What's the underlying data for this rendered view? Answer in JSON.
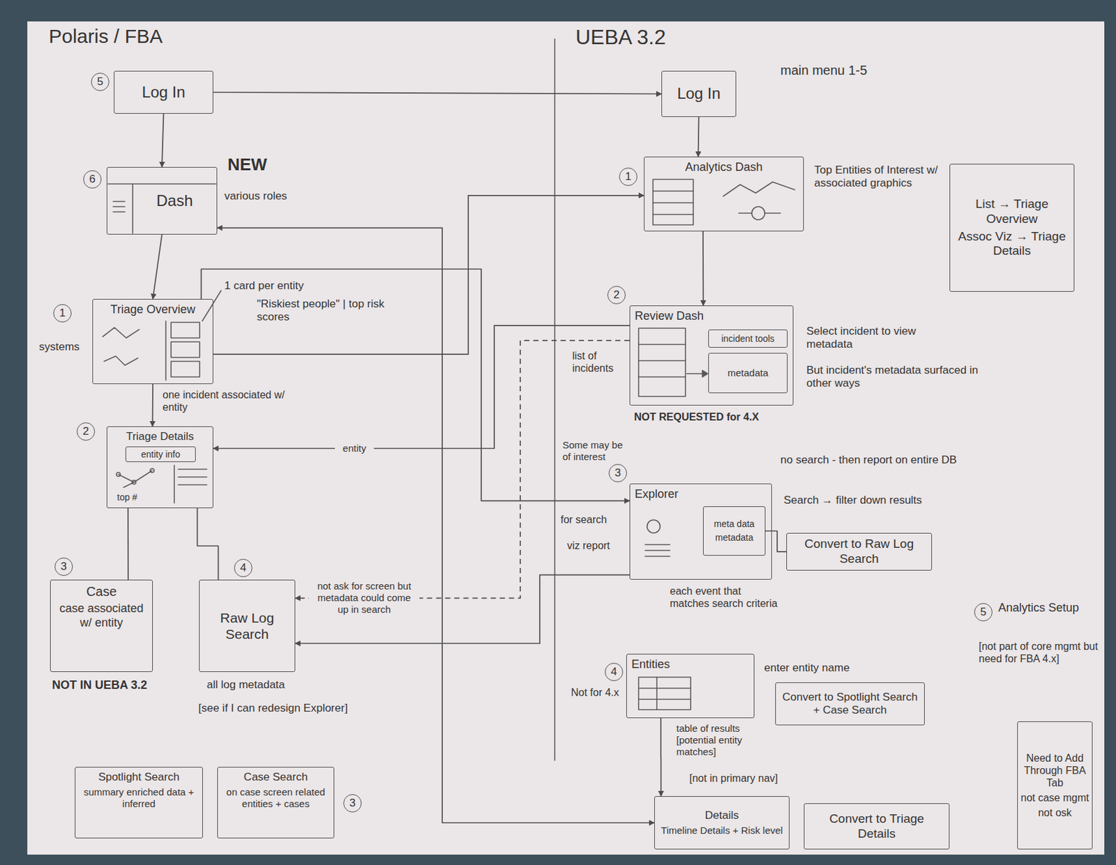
{
  "diagram": {
    "nodes": [
      {
        "text": [
          "Log In"
        ]
      },
      {
        "text": [
          "Dash"
        ]
      },
      {
        "text": [
          "Triage Overview"
        ]
      },
      {
        "text": [
          "Triage Details"
        ]
      },
      {
        "text": [
          "entity info"
        ],
        "in": 3
      },
      {
        "text": [
          "Case",
          "case associated w/ entity"
        ]
      },
      {
        "text": [
          "Raw Log Search"
        ]
      },
      {
        "text": [
          "Spotlight Search",
          "summary enriched data + inferred"
        ]
      },
      {
        "text": [
          "Case Search",
          "on case screen related entities + cases"
        ]
      },
      {
        "text": [
          "Log In"
        ]
      },
      {
        "text": [
          "Analytics Dash"
        ]
      },
      {
        "text": [
          "List → Triage Overview",
          "Assoc Viz → Triage Details"
        ]
      },
      {
        "text": [
          "Review Dash"
        ]
      },
      {
        "text": [
          "incident tools"
        ],
        "in": 12
      },
      {
        "text": [
          "metadata"
        ],
        "in": 12
      },
      {
        "text": [
          "Explorer"
        ]
      },
      {
        "text": [
          "meta data",
          "metadata"
        ],
        "in": 15
      },
      {
        "text": [
          "Convert to Raw Log Search"
        ]
      },
      {
        "text": [
          "Entities"
        ]
      },
      {
        "text": [
          "Convert to Spotlight Search + Case Search"
        ]
      },
      {
        "text": [
          "Details",
          "Timeline Details + Risk level"
        ]
      },
      {
        "text": [
          "Convert to Triage Details"
        ]
      },
      {
        "text": [
          "Need to Add Through FBA Tab",
          "not case mgmt",
          "not osk"
        ]
      }
    ],
    "edges": [
      {
        "from": 0,
        "to": 1,
        "arrow": "to"
      },
      {
        "from": 0,
        "to": 9,
        "arrow": "to"
      },
      {
        "from": 1,
        "to": 2,
        "arrow": "to"
      },
      {
        "from": 2,
        "to": 3,
        "arrow": "to"
      },
      {
        "from": 3,
        "to": 5,
        "arrow": "none"
      },
      {
        "from": 3,
        "to": 6,
        "arrow": "none"
      },
      {
        "from": 9,
        "to": 10,
        "arrow": "to"
      },
      {
        "from": 10,
        "to": 12,
        "arrow": "to"
      },
      {
        "from": 2,
        "to": 10,
        "arrow": "to"
      },
      {
        "from": 12,
        "to": 3,
        "label": "entity",
        "arrow": "to"
      },
      {
        "from": 12,
        "to": 6,
        "label": "not ask for screen but metadata could come up in search",
        "arrow": "to"
      },
      {
        "from": 15,
        "to": 6,
        "arrow": "to"
      },
      {
        "from": 2,
        "to": 15,
        "arrow": "to"
      },
      {
        "from": 1,
        "to": 20,
        "arrow": "both"
      },
      {
        "from": 18,
        "to": 20,
        "arrow": "to"
      },
      {
        "from": 16,
        "to": 17,
        "arrow": "none"
      }
    ],
    "labels": [
      "Polaris / FBA",
      "5",
      "6",
      "NEW",
      "various roles",
      "1",
      "systems",
      "1 card per entity",
      "\"Riskiest people\" | top risk scores",
      "one incident associated w/ entity",
      "2",
      "top #",
      "3",
      "4",
      "NOT IN UEBA 3.2",
      "all log metadata",
      "[see if I can redesign Explorer]",
      "3",
      "UEBA 3.2",
      "main menu 1-5",
      "1",
      "Top Entities of Interest w/ associated graphics",
      "2",
      "list of incidents",
      "Select incident to view metadata",
      "NOT REQUESTED for 4.X",
      "But incident's metadata surfaced in other ways",
      "Some may be of interest",
      "3",
      "for search",
      "viz report",
      "no search - then report on entire DB",
      "Search → filter down results",
      "each event that matches search criteria",
      "4",
      "Not for 4.x",
      "enter entity name",
      "table of results [potential entity matches]",
      "[not in primary nav]",
      "5",
      "Analytics Setup",
      "[not part of core mgmt but need for FBA 4.x]"
    ]
  }
}
